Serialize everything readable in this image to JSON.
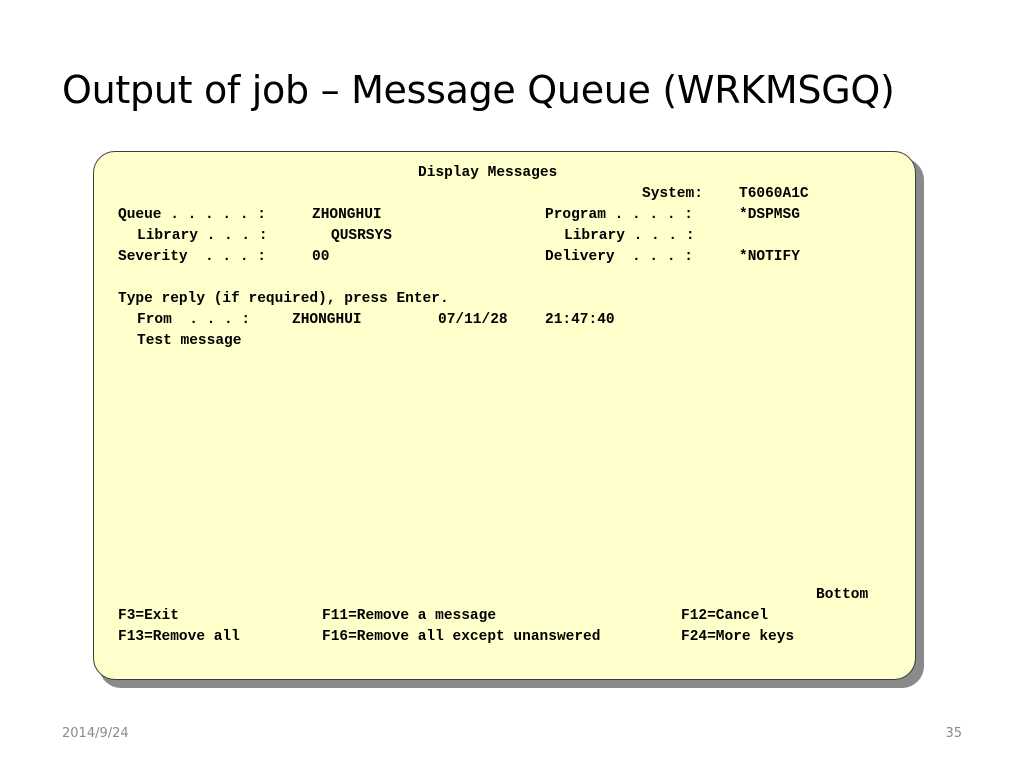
{
  "slide": {
    "title": "Output of job – Message Queue (WRKMSGQ)",
    "date": "2014/9/24",
    "page_number": "35"
  },
  "screen": {
    "heading": "Display Messages",
    "system_label": "System:",
    "system_value": "T6060A1C",
    "queue_label": "Queue . . . . . :",
    "queue_value": "ZHONGHUI",
    "queue_library_label": "Library . . . :",
    "queue_library_value": "QUSRSYS",
    "severity_label": "Severity  . . . :",
    "severity_value": "00",
    "program_label": "Program . . . . :",
    "program_value": "*DSPMSG",
    "program_library_label": "Library . . . :",
    "delivery_label": "Delivery  . . . :",
    "delivery_value": "*NOTIFY",
    "instructions": "Type reply (if required), press Enter.",
    "messages": [
      {
        "from_label": "From  . . . :",
        "from_user": "ZHONGHUI",
        "date": "07/11/28",
        "time": "21:47:40",
        "text": "Test message"
      }
    ],
    "scroll_indicator": "Bottom",
    "function_keys": [
      {
        "label": "F3=Exit"
      },
      {
        "label": "F11=Remove a message"
      },
      {
        "label": "F12=Cancel"
      },
      {
        "label": "F13=Remove all"
      },
      {
        "label": "F16=Remove all except unanswered"
      },
      {
        "label": "F24=More keys"
      }
    ]
  }
}
